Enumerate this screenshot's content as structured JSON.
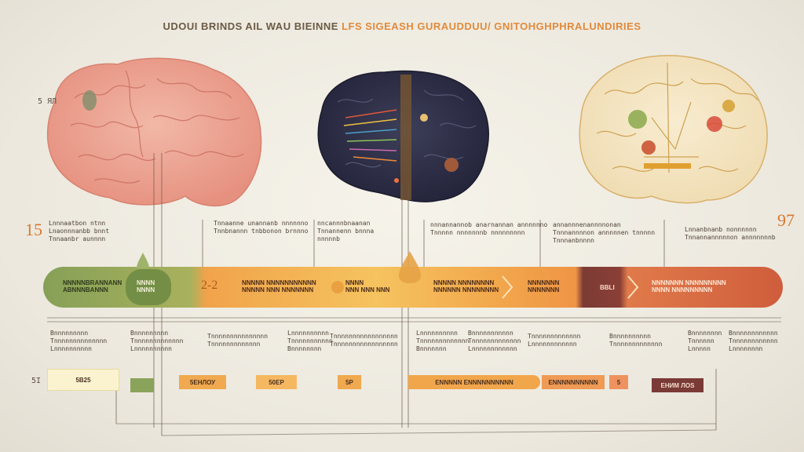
{
  "title": {
    "part1": "UDOUI BRINDS AIL WAU BIEINNE",
    "part2": "LFS SIGEASH GURAUDDUU/ GNITOHGHPHRALUNDIRIES"
  },
  "markers": {
    "left_num": "15",
    "right_num": "97",
    "left_small": "5 ЯЛ",
    "bottom_left": "5Ӏ"
  },
  "top_notes": [
    {
      "l1": "Lnnnaatbon ntnn",
      "l2": "Lnaonnnanbb bnnt",
      "l3": "Tnnaanbr aunnnn"
    },
    {
      "l1": "Tnnaanne unannanb nnnnnno",
      "l2": "Tnnbnannn tnbbonon brnnno"
    },
    {
      "l1": "nncannnbnaanan",
      "l2": "Tnnannenn bnnna",
      "l3": "nnnnnb"
    },
    {
      "l1": "nnnannannob anarnannan annnnnno",
      "l2": "Tnnnnn nnnnnnnb nnnnnnnnn"
    },
    {
      "l1": "annannnenannnnonan",
      "l2": "Tnnnannnnon annnnnen tnnnnn",
      "l3": "Tnnnanbnnnn"
    },
    {
      "l1": "Lnnanbnanb nonnnnnn",
      "l2": "Tnnannannnnnon annnnnnnb"
    }
  ],
  "band": {
    "seg1": {
      "l1": "NNNNNBRANNANN",
      "l2": "ABNNNBANNN"
    },
    "seg1_chip": {
      "l1": "NNNN",
      "l2": "NNNN"
    },
    "seg2_num": "2-2",
    "seg3": {
      "l1": "NNNNN NNNNNNNNNNN",
      "l2": "NNNNN NNN NNNNNNN"
    },
    "seg4": {
      "l1": "NNNN",
      "l2": "NNN NNN NNN"
    },
    "seg5": {
      "l1": "NNNNN NNNNNNNN",
      "l2": "NNNNNN NNNNNNNN"
    },
    "seg6": {
      "l1": "NNNNNNN",
      "l2": "NNNNNNN"
    },
    "seg7": "BBLI",
    "seg8": {
      "l1": "NNNNNNN NNNNNNNNN",
      "l2": "NNNN NNNNNNNNN"
    }
  },
  "bottom_notes": [
    {
      "l1": "Bnnnnnnnnn",
      "l2": "Tnnnnnnnnnnnnnn",
      "l3": "Lnnnnnnnnnn"
    },
    {
      "l1": "Bnnnnnnnnn",
      "l2": "Tnnnnnnnnnnnnn",
      "l3": "Lnnnnnnnnnn"
    },
    {
      "l1": "Tnnnnnnnnnnnnnnn",
      "l2": "Tnnnnnnnnnnnnn"
    },
    {
      "l1": "Lnnnnnnnnnn",
      "l2": "Tnnnnnnnnnnn",
      "l3": "Bnnnnnnnn"
    },
    {
      "l1": "Tnnnnnnnnnnnnnnnnn",
      "l2": "Tnnnnnnnnnnnnnnnnn"
    },
    {
      "l1": "Lnnnnnnnnnn",
      "l2": "Tnnnnnnnnnnnnn",
      "l3": "Bnnnnnnn"
    },
    {
      "l1": "Bnnnnnnnnnnn",
      "l2": "Tnnnnnnnnnnnnn",
      "l3": "Lnnnnnnnnnnnn"
    },
    {
      "l1": "Tnnnnnnnnnnnnn",
      "l2": "Lnnnnnnnnnnnn"
    },
    {
      "l1": "Bnnnnnnnnnn",
      "l2": "Tnnnnnnnnnnnnn"
    },
    {
      "l1": "Bnnnnnnnn",
      "l2": "Tnnnnnn",
      "l3": "Lnnnnn"
    },
    {
      "l1": "Bnnnnnnnnnnnn",
      "l2": "Tnnnnnnnnnnnn",
      "l3": "Lnnnnnnnn"
    }
  ],
  "chips": [
    "5В25",
    "",
    "5ЕНЛОУ",
    "50EP",
    "5Р",
    "ENNNNN ENNNNNNNNNN",
    "ENNNNNNNNNN",
    "5",
    "ЕНИМ ЛОS"
  ],
  "colors": {
    "green": "#8aa35a",
    "orange": "#f0a94e",
    "amber": "#f4c15c",
    "rust": "#c4623a",
    "maroon": "#7a3a36"
  }
}
